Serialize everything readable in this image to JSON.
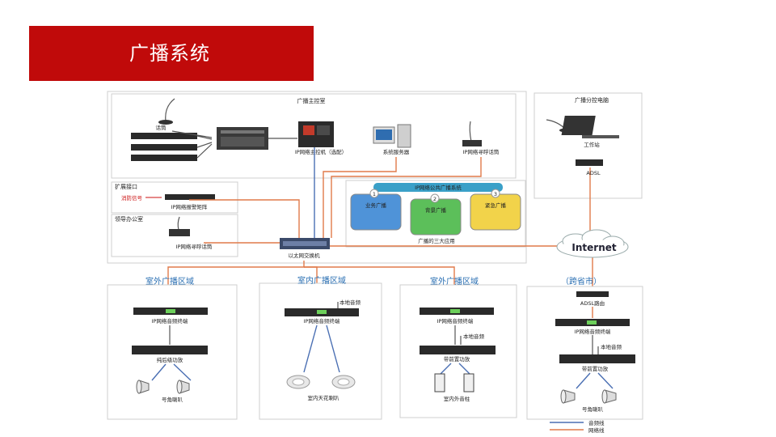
{
  "slide": {
    "title": "广播系统"
  },
  "master_room": {
    "title": "广播主控室",
    "mic_label": "话筒",
    "controller_label": "IP网络主控机（选配）",
    "server_label": "系统服务器",
    "paging_label": "IP网络寻呼话筒"
  },
  "expansion": {
    "title": "扩展接口",
    "signal_label": "消防信号",
    "device_label": "IP网络报警矩阵"
  },
  "office": {
    "title": "领导办公室",
    "device_label": "IP网络寻呼话筒"
  },
  "applications": {
    "title": "IP网络公共广播系统",
    "items": [
      {
        "num": "1",
        "label": "业务广播",
        "color": "#4f93d8"
      },
      {
        "num": "2",
        "label": "背景广播",
        "color": "#5cbf5a"
      },
      {
        "num": "3",
        "label": "紧急广播",
        "color": "#f2d34a"
      }
    ],
    "caption": "广播的三大应用"
  },
  "switch_label": "以太网交换机",
  "branch_pc": {
    "title": "广播分控电脑",
    "workstation_label": "工作站",
    "adsl_label": "ADSL"
  },
  "internet_label": "Internet",
  "zones": [
    {
      "title": "室外广播区域",
      "terminal": "IP网络音频终端",
      "amp": "纯后级功放",
      "speaker": "号角喇叭"
    },
    {
      "title": "室内广播区域",
      "local_source": "本地音频",
      "terminal": "IP网络音频终端",
      "speaker": "室内天花喇叭"
    },
    {
      "title": "室外广播区域",
      "terminal": "IP网络音频终端",
      "local_source": "本地音频",
      "amp": "带前置功放",
      "speaker": "室内外音柱"
    },
    {
      "title": "（跨省市）",
      "router": "ADSL路由",
      "terminal": "IP网络音频终端",
      "local_source": "本地音频",
      "amp": "带前置功放",
      "speaker": "号角喇叭"
    }
  ],
  "legend": {
    "audio_line": "音频线",
    "network_line": "网络线"
  }
}
